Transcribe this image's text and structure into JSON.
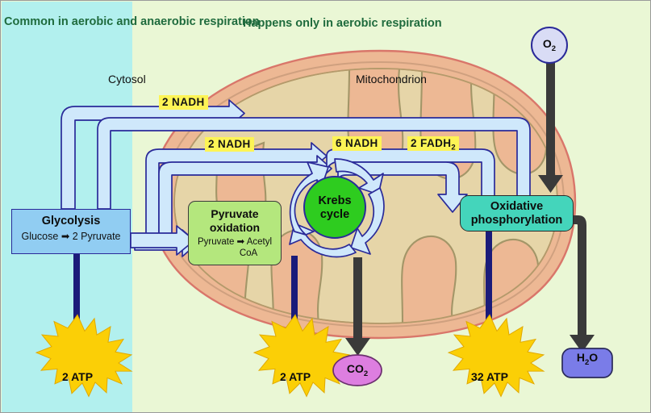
{
  "figure": {
    "title": "Cellular respiration overview",
    "panels": {
      "left_header": "Common in aerobic and anaerobic respiration",
      "right_header": "Happens only in aerobic respiration",
      "left_bg": "#b2f0ee",
      "right_bg": "#eaf7d5"
    },
    "compartments": [
      {
        "name": "cytosol",
        "label": "Cytosol"
      },
      {
        "name": "mitochondrion",
        "label": "Mitochondrion"
      }
    ],
    "processes": [
      {
        "name": "glycolysis",
        "title": "Glycolysis",
        "equation": "Glucose ➡ 2 Pyruvate",
        "fill": "#91cdf2",
        "stroke": "#2a2a99"
      },
      {
        "name": "pyruvate-oxidation",
        "title_line1": "Pyruvate",
        "title_line2": "oxidation",
        "equation_line1": "Pyruvate ➡ Acetyl",
        "equation_line2": "CoA",
        "fill": "#b4e77d",
        "stroke": "#3a3a3a"
      },
      {
        "name": "krebs-cycle",
        "title_line1": "Krebs",
        "title_line2": "cycle",
        "fill": "#2ecc1f",
        "stroke": "#2a2a99"
      },
      {
        "name": "oxidative-phosphorylation",
        "title_line1": "Oxidative",
        "title_line2": "phosphorylation",
        "fill": "#44d5bb",
        "stroke": "#2a2a2a"
      }
    ],
    "carriers": [
      {
        "name": "nadh-glycolysis",
        "label": "2 NADH",
        "sub": ""
      },
      {
        "name": "nadh-pyruvate-oxidation",
        "label": "2 NADH",
        "sub": ""
      },
      {
        "name": "nadh-krebs",
        "label": "6 NADH",
        "sub": ""
      },
      {
        "name": "fadh2-krebs",
        "label": "2 FADH",
        "sub": "2"
      }
    ],
    "products": [
      {
        "name": "atp-glycolysis",
        "label": "2 ATP",
        "shape": "starburst",
        "fill": "#fbcf06"
      },
      {
        "name": "atp-krebs",
        "label": "2 ATP",
        "shape": "starburst",
        "fill": "#fbcf06"
      },
      {
        "name": "atp-oxphos",
        "label": "32 ATP",
        "shape": "starburst",
        "fill": "#fbcf06"
      },
      {
        "name": "co2",
        "label": "CO",
        "sub": "2",
        "shape": "ellipse",
        "fill": "#d munch"
      }
    ],
    "molecules": [
      {
        "name": "oxygen",
        "label": "O",
        "sub": "2",
        "shape": "circle",
        "fill": "#d9dcf5"
      },
      {
        "name": "carbon-dioxide",
        "label": "CO",
        "sub": "2",
        "shape": "ellipse",
        "fill": "#dd7ee0"
      },
      {
        "name": "water",
        "label": "H",
        "mid": "2",
        "tail": "O",
        "shape": "rounded-rect",
        "fill": "#7a7ce8"
      }
    ],
    "colors": {
      "carrier_highlight": "#fdf455",
      "carrier_arrow_fill": "#cfe8fb",
      "carrier_arrow_stroke": "#2a2a99",
      "atp_arrow": "#1b1b7a",
      "gas_arrow": "#3a3a3a",
      "mito_outer": "#edb894",
      "mito_outer_edge": "#d9766a",
      "mito_matrix": "#e6d5a8",
      "cristae_stroke": "#a39668",
      "header_text": "#1f6b3d"
    }
  }
}
